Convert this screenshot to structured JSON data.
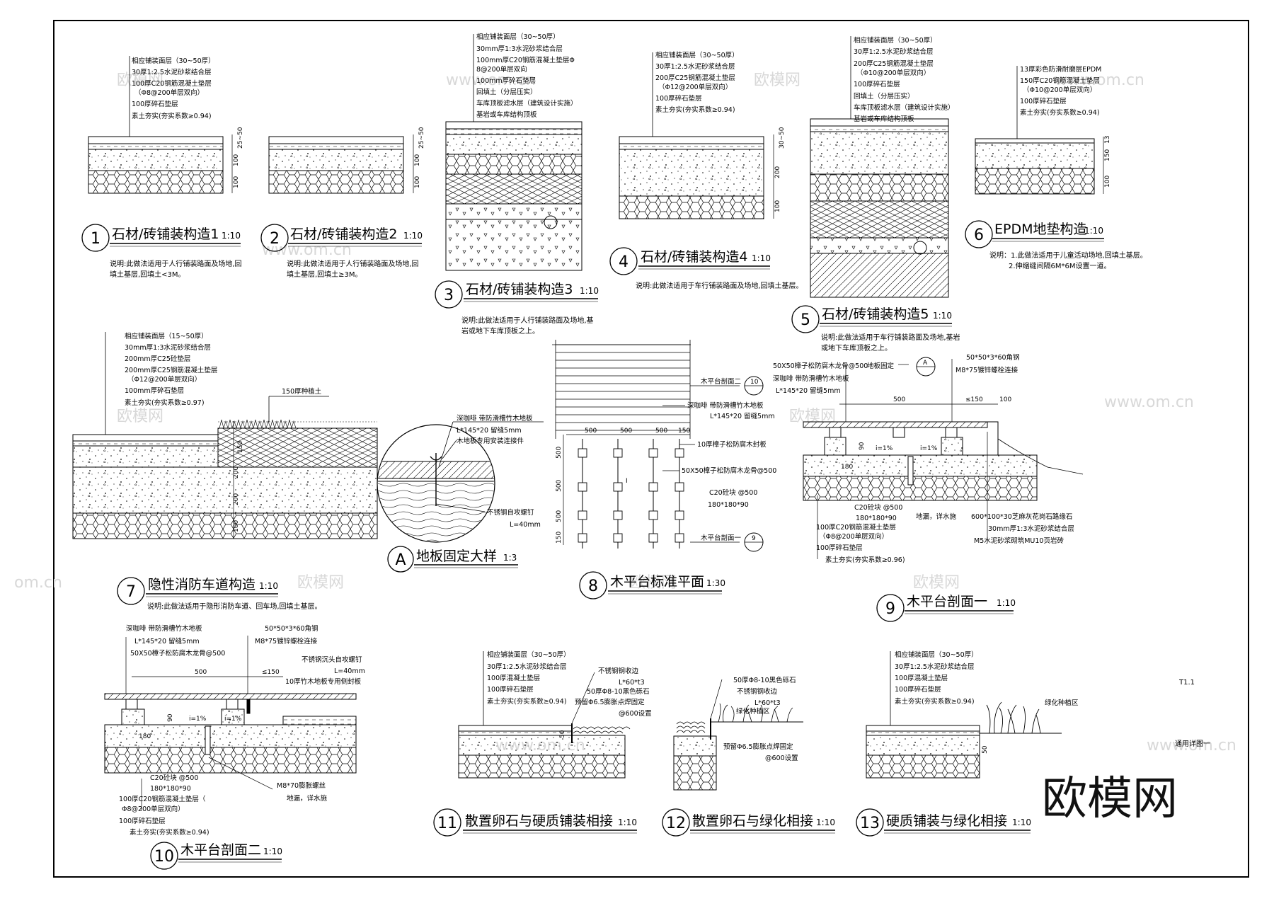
{
  "sheet": {
    "code": "T1.1",
    "subtitle": "通用详图一"
  },
  "watermarks": {
    "brand": "欧模网",
    "url": "www.om.cn",
    "url_short": "om.cn",
    "corner": "欧模网"
  },
  "details": [
    {
      "id": "d1",
      "num": "1",
      "title": "石材/砖铺装构造1",
      "scale": "1:10",
      "layers": [
        "相应铺装面层（30~50厚）",
        "30厚1:2.5水泥砂浆结合层",
        "100厚C20钢筋混凝土垫层",
        "（Φ8@200单层双向）",
        "100厚碎石垫层",
        "素土夯实(夯实系数≥0.94)"
      ],
      "note": [
        "说明:此做法适用于人行铺装路面及场地,回",
        "填土基层,回填土<3M。"
      ],
      "dims": [
        "25~50",
        "100",
        "100"
      ]
    },
    {
      "id": "d2",
      "num": "2",
      "title": "石材/砖铺装构造2",
      "scale": "1:10",
      "note": [
        "说明:此做法适用于人行铺装路面及场地,回",
        "填土基层,回填土≥3M。"
      ],
      "dims": [
        "25~50",
        "100",
        "100"
      ]
    },
    {
      "id": "d3",
      "num": "3",
      "title": "石材/砖铺装构造3",
      "scale": "1:10",
      "layers": [
        "相应铺装面层（30~50厚）",
        "30mm厚1:3水泥砂浆结合层",
        "100mm厚C20钢筋混凝土垫层Φ",
        "8@200单层双向",
        "100mm厚碎石垫层",
        "回填土（分层压实）",
        "车库顶板滤水层（建筑设计实施）",
        "基岩或车库结构顶板"
      ],
      "note": [
        "说明:此做法适用于人行铺装路面及场地,基",
        "岩或地下车库顶板之上。"
      ]
    },
    {
      "id": "d4",
      "num": "4",
      "title": "石材/砖铺装构造4",
      "scale": "1:10",
      "layers": [
        "相应铺装面层（30~50厚）",
        "30厚1:2.5水泥砂浆结合层",
        "200厚C25钢筋混凝土垫层",
        "（Φ12@200单层双向）",
        "100厚碎石垫层",
        "素土夯实(夯实系数≥0.94)"
      ],
      "note": [
        "说明:此做法适用于车行铺装路面及场地,回填土基层。"
      ],
      "dims": [
        "30~50",
        "200",
        "100"
      ]
    },
    {
      "id": "d5",
      "num": "5",
      "title": "石材/砖铺装构造5",
      "scale": "1:10",
      "layers": [
        "相应铺装面层（30~50厚）",
        "30厚1:2.5水泥砂浆结合层",
        "200厚C25钢筋混凝土垫层",
        "（Φ10@200单层双向）",
        "100厚碎石垫层",
        "回填土（分层压实）",
        "车库顶板滤水层（建筑设计实施）",
        "基岩或车库结构顶板"
      ],
      "note": [
        "说明:此做法适用于车行铺装路面及场地,基岩",
        "或地下车库顶板之上。"
      ]
    },
    {
      "id": "d6",
      "num": "6",
      "title": "EPDM地垫构造",
      "scale": "1:10",
      "layers": [
        "13厚彩色防滑耐磨层EPDM",
        "150厚C20钢筋混凝土垫层",
        "（Φ10@200单层双向）",
        "100厚碎石垫层",
        "素土夯实(夯实系数≥0.94)"
      ],
      "note": [
        "说明：1.此做法适用于儿童活动场地,回填土基层。",
        "2.伸缩缝间隔6M*6M设置一道。"
      ],
      "dims": [
        "13",
        "150",
        "100"
      ]
    },
    {
      "id": "d7",
      "num": "7",
      "title": "隐性消防车道构造",
      "scale": "1:10",
      "layers": [
        "相应铺装面层（15~50厚）",
        "30mm厚1:3水泥砂浆结合层",
        "200mm厚C25砼垫层",
        "200mm厚C25钢筋混凝土垫层",
        "（Φ12@200单层双向）",
        "100mm厚碎石垫层",
        "素土夯实(夯实系数≥0.97)"
      ],
      "extra": "150厚种植土",
      "note": [
        "说明:此做法适用于隐形消防车道、回车场,回填土基层。"
      ],
      "dims": [
        "150",
        "200",
        "200",
        "100"
      ]
    },
    {
      "id": "dA",
      "num": "A",
      "title": "地板固定大样",
      "scale": "1:3",
      "labels": [
        "深咖啡 带防滑槽竹木地板",
        "L*145*20 留缝5mm",
        "木地板专用安装连接件",
        "不锈钢自攻螺钉",
        "L=40mm"
      ]
    },
    {
      "id": "d8",
      "num": "8",
      "title": "木平台标准平面",
      "scale": "1:30",
      "labels": [
        "木平台剖面二",
        "深咖啡 带防滑槽竹木地板",
        "L*145*20 留缝5mm",
        "10厚樟子松防腐木封板",
        "50X50樟子松防腐木龙骨@500",
        "C20砼块 @500",
        "180*180*90",
        "木平台剖面一"
      ],
      "refs": [
        "10",
        "9"
      ],
      "dims": [
        "500",
        "500",
        "500",
        "150",
        "500",
        "500",
        "500",
        "150",
        "I"
      ]
    },
    {
      "id": "d9",
      "num": "9",
      "title": "木平台剖面一",
      "scale": "1:10",
      "labels": [
        "50X50樟子松防腐木龙骨@500",
        "深咖啡 带防滑槽竹木地板",
        "L*145*20 留缝5mm",
        "地板固定",
        "50*50*3*60角钢",
        "M8*75镀锌螺栓连接",
        "C20砼块 @500",
        "180*180*90",
        "100厚C20钢筋混凝土垫层",
        "（Φ8@200单层双向）",
        "100厚碎石垫层",
        "素土夯实(夯实系数≥0.96)",
        "地漏，详水施",
        "600*100*30芝麻灰花岗石路缘石",
        "30mm厚1:3水泥砂浆结合层",
        "M5水泥砂浆砌筑MU10页岩砖"
      ],
      "ref": "A",
      "dims": [
        "500",
        "≤150",
        "100",
        "i=1%",
        "i=1%",
        "90",
        "180"
      ]
    },
    {
      "id": "d10",
      "num": "10",
      "title": "木平台剖面二",
      "scale": "1:10",
      "labels": [
        "深咖啡 带防滑槽竹木地板",
        "L*145*20 留缝5mm",
        "50X50樟子松防腐木龙骨@500",
        "50*50*3*60角钢",
        "M8*75镀锌螺栓连接",
        "不锈钢沉头自攻螺钉",
        "L=40mm",
        "10厚竹木地板专用侧封板",
        "C20砼块 @500",
        "180*180*90",
        "100厚C20钢筋混凝土垫层（",
        "Φ8@200单层双向）",
        "100厚碎石垫层",
        "素土夯实(夯实系数≥0.94)",
        "M8*70膨胀螺丝",
        "地漏，详水施"
      ],
      "dims": [
        "500",
        "≤150",
        "i=1%",
        "i=1%",
        "90",
        "180"
      ]
    },
    {
      "id": "d11",
      "num": "11",
      "title": "散置卵石与硬质铺装相接",
      "scale": "1:10",
      "layers": [
        "相应铺装面层（30~50厚）",
        "30厚1:2.5水泥砂浆结合层",
        "100厚混凝土垫层",
        "100厚碎石垫层",
        "素土夯实(夯实系数≥0.94)"
      ],
      "labels": [
        "不锈钢钢收边",
        "L*60*t3",
        "50厚Φ8-10黑色砾石",
        "预留Φ6.5膨胀点焊固定",
        "@600设置"
      ],
      "dims": [
        "50"
      ]
    },
    {
      "id": "d12",
      "num": "12",
      "title": "散置卵石与绿化相接",
      "scale": "1:10",
      "labels": [
        "50厚Φ8-10黑色砾石",
        "不锈钢钢收边",
        "L*60*t3",
        "绿化种植区",
        "预留Φ6.5膨胀点焊固定",
        "@600设置"
      ]
    },
    {
      "id": "d13",
      "num": "13",
      "title": "硬质铺装与绿化相接",
      "scale": "1:10",
      "layers": [
        "相应铺装面层（30~50厚）",
        "30厚1:2.5水泥砂浆结合层",
        "100厚混凝土垫层",
        "100厚碎石垫层",
        "素土夯实(夯实系数≥0.94)"
      ],
      "labels": [
        "绿化种植区"
      ],
      "dims": [
        "50"
      ]
    }
  ]
}
